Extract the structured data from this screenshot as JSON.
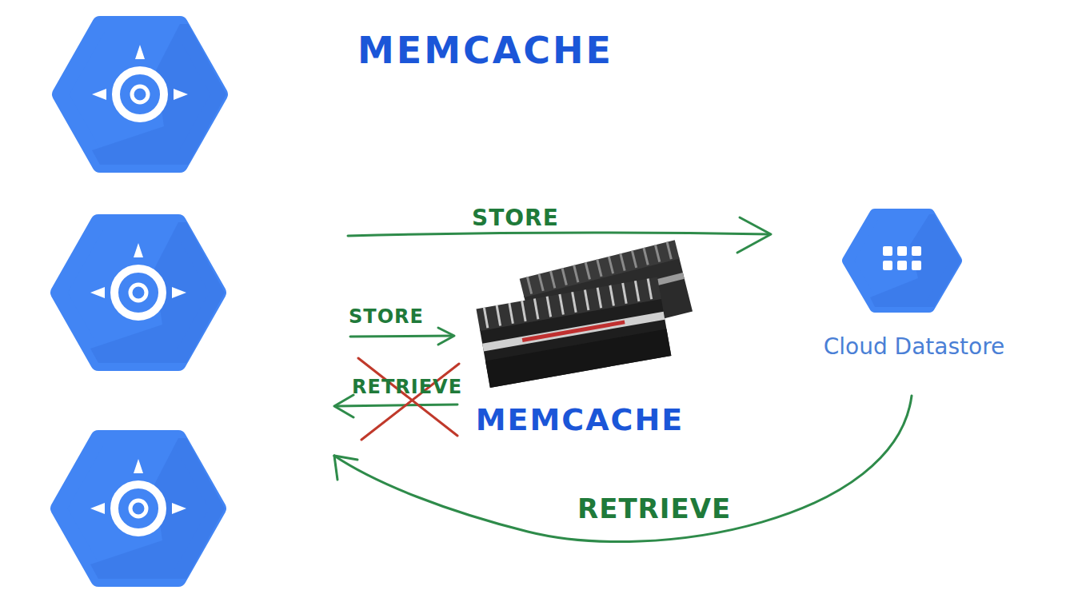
{
  "diagram": {
    "title": "MEMCACHE",
    "nodes": [
      {
        "text": [
          "Cloud Datastore"
        ]
      },
      {
        "text": [
          "MEMCACHE"
        ]
      }
    ],
    "labels": [
      "STORE",
      "STORE",
      "RETRIEVE",
      "RETRIEVE"
    ]
  }
}
